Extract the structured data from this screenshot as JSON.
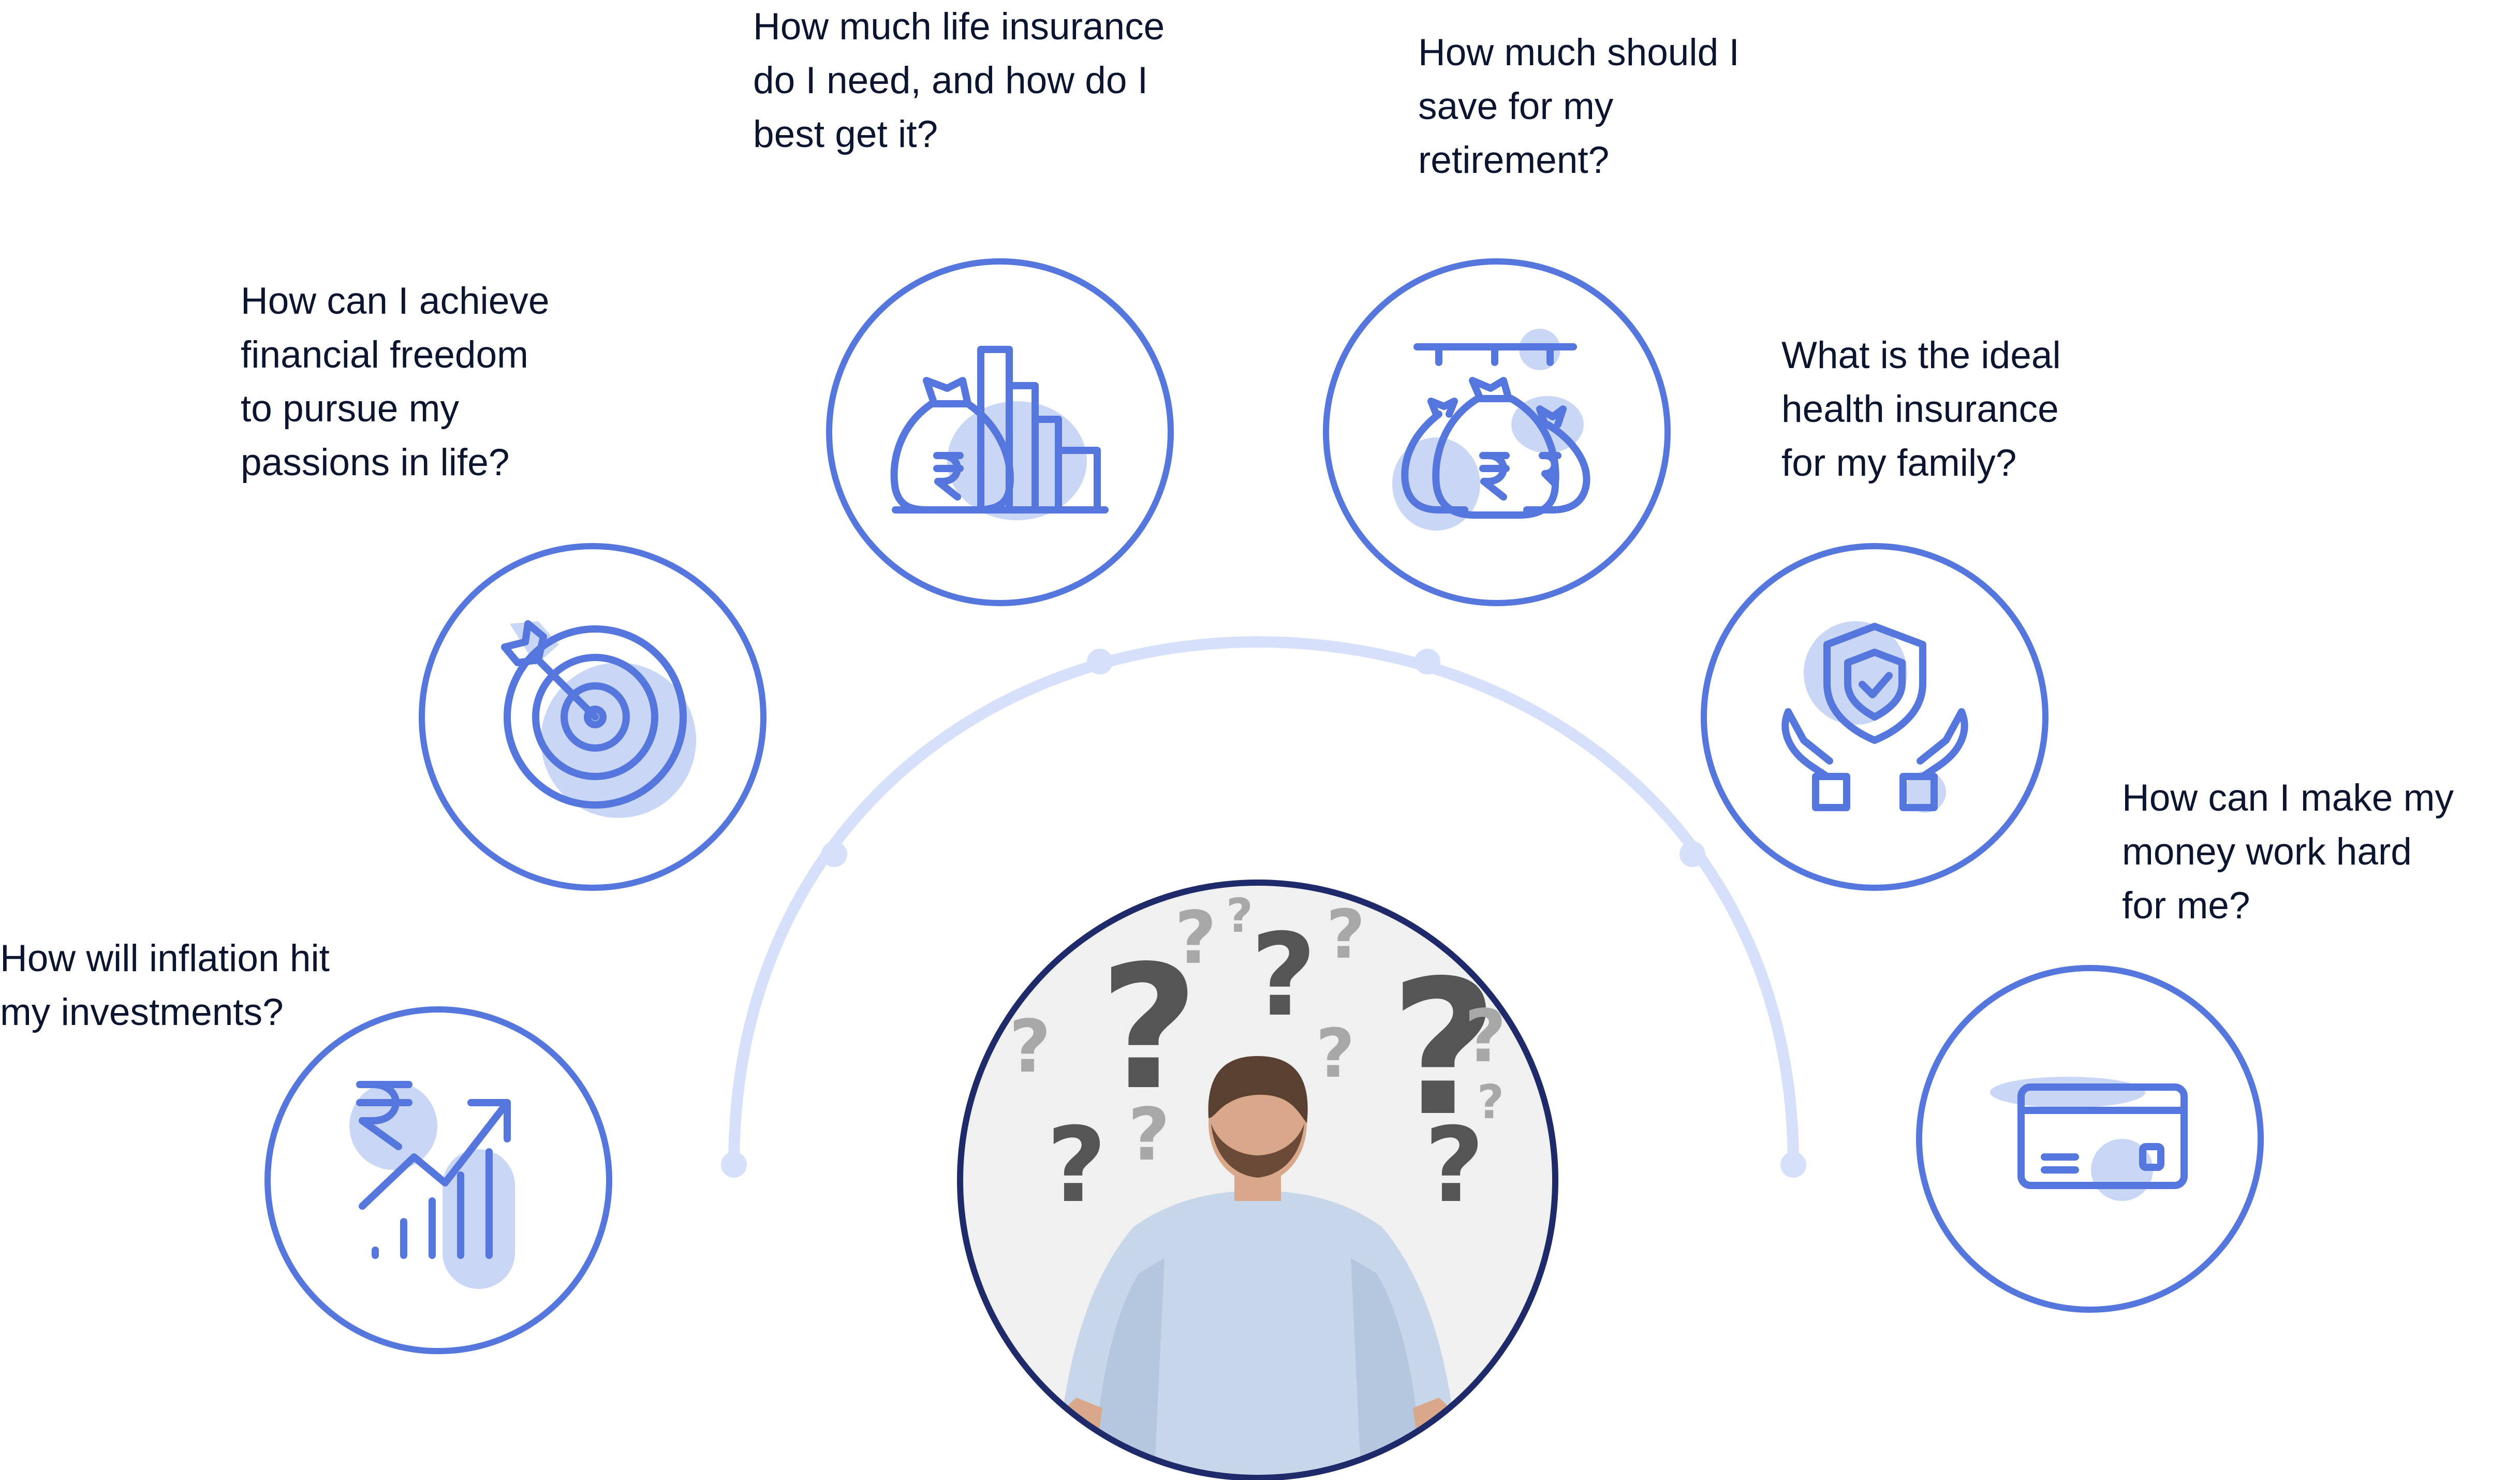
{
  "questions": [
    {
      "id": "inflation",
      "text": "How will inflation hit\nmy investments?",
      "icon": "rupee-growth-chart-icon"
    },
    {
      "id": "freedom",
      "text": "How can I achieve\nfinancial freedom\nto pursue my\npassions in life?",
      "icon": "target-arrow-icon"
    },
    {
      "id": "life",
      "text": "How much life insurance\ndo I need, and how do I\nbest get it?",
      "icon": "money-bag-bar-chart-icon"
    },
    {
      "id": "retirement",
      "text": "How much should I\nsave for my\nretirement?",
      "icon": "hanging-money-bags-icon"
    },
    {
      "id": "health",
      "text": "What is the ideal\nhealth insurance\nfor my family?",
      "icon": "shield-hands-icon"
    },
    {
      "id": "money",
      "text": "How can I make my\nmoney work hard\nfor me?",
      "icon": "credit-card-icon"
    }
  ],
  "center": {
    "image": "man-with-question-marks-photo"
  },
  "colors": {
    "icon_stroke": "#5577dd",
    "icon_blob": "#c9d6f5",
    "circle_stroke": "#5577dd",
    "arc": "#d6e0fa",
    "center_ring": "#1f2a6b",
    "text": "#0c1530"
  }
}
